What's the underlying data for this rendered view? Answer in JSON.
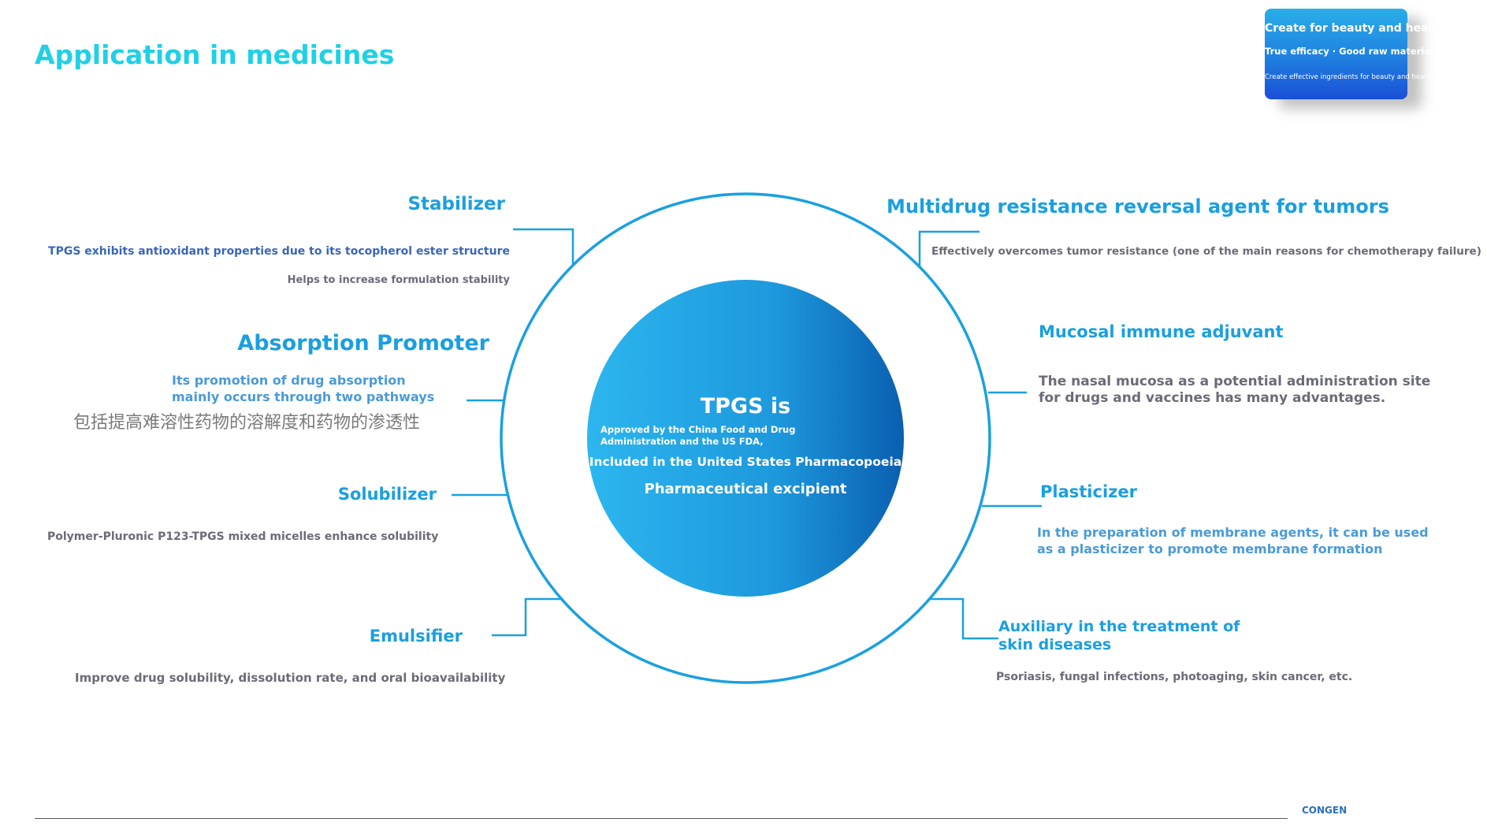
{
  "title": "Application in medicines",
  "brand_card": {
    "line1": "Create for beauty and health",
    "line2": "True efficacy · Good raw materials",
    "line3": "Create effective ingredients for beauty and health"
  },
  "center": {
    "title": "TPGS is",
    "approved": "Approved by the China Food and Drug Administration and the US FDA,",
    "included": "Included in the United States Pharmacopoeia",
    "excipient": "Pharmaceutical excipient"
  },
  "items": {
    "stabilizer": {
      "heading": "Stabilizer",
      "desc1": "TPGS exhibits antioxidant properties due to its tocopherol ester structure",
      "desc2": "Helps to increase formulation stability"
    },
    "absorption": {
      "heading": "Absorption Promoter",
      "desc1": "Its promotion of drug absorption mainly occurs through two pathways",
      "desc2": "包括提高难溶性药物的溶解度和药物的渗透性"
    },
    "solubilizer": {
      "heading": "Solubilizer",
      "desc": "Polymer-Pluronic P123-TPGS mixed micelles enhance solubility"
    },
    "emulsifier": {
      "heading": "Emulsifier",
      "desc": "Improve drug solubility, dissolution rate, and oral bioavailability"
    },
    "multidrug": {
      "heading": "Multidrug resistance reversal agent for tumors",
      "desc": "Effectively overcomes tumor resistance (one of the main reasons for chemotherapy failure)"
    },
    "mucosal": {
      "heading": "Mucosal immune adjuvant",
      "desc": "The nasal mucosa as a potential administration site for drugs and vaccines has many advantages."
    },
    "plasticizer": {
      "heading": "Plasticizer",
      "desc": "In the preparation of membrane agents, it can be used as a plasticizer to promote membrane formation"
    },
    "skin": {
      "heading": "Auxiliary in the treatment of skin diseases",
      "desc": "Psoriasis, fungal infections, photoaging, skin cancer, etc."
    }
  },
  "footer": {
    "brand": "CONGEN"
  },
  "colors": {
    "title": "#1fd0e6",
    "heading": "#1a9fe0",
    "ring": "#1aa0e0",
    "circle_light": "#2cb6ee",
    "circle_dark": "#0a5fb0"
  }
}
